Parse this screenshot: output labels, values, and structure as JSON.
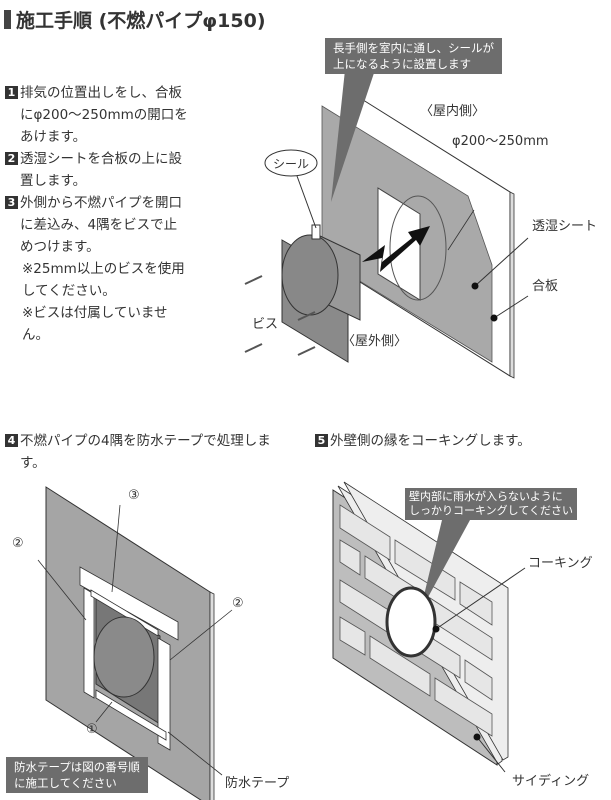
{
  "title": "施工手順 (不燃パイプφ150)",
  "steps": [
    {
      "num": "1",
      "text": "排気の位置出しをし、合板にφ200～250mmの開口をあけます。"
    },
    {
      "num": "2",
      "text": "透湿シートを合板の上に設置します。"
    },
    {
      "num": "3",
      "text": "外側から不燃パイプを開口に差込み、4隅をビスで止めつけます。"
    },
    {
      "num": "4",
      "text": "不燃パイプの4隅を防水テープで処理します。"
    },
    {
      "num": "5",
      "text": "外壁側の縁をコーキングします。"
    }
  ],
  "notes": [
    "※25mm以上のビスを使用してください。",
    "※ビスは付属していません。"
  ],
  "diagram1": {
    "callout_line1": "長手側を室内に通し、シールが",
    "callout_line2": "上になるように設置します",
    "indoor": "〈屋内側〉",
    "outdoor": "〈屋外側〉",
    "opening": "φ200～250mm",
    "seal": "シール",
    "sheet": "透湿シート",
    "plywood": "合板",
    "screw": "ビス"
  },
  "diagram2": {
    "n1": "①",
    "n2a": "②",
    "n2b": "②",
    "n3": "③",
    "tape": "防水テープ",
    "note_line1": "防水テープは図の番号順",
    "note_line2": "に施工してください"
  },
  "diagram3": {
    "callout_line1": "壁内部に雨水が入らないように",
    "callout_line2": "しっかりコーキングしてください",
    "caulking": "コーキング",
    "siding": "サイディング"
  }
}
